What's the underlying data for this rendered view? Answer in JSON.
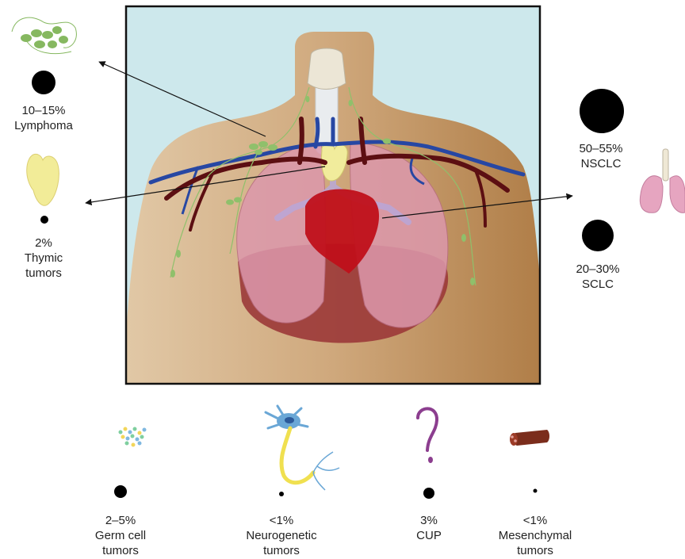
{
  "categories": [
    {
      "key": "lymphoma",
      "percent": "10–15%",
      "name_lines": [
        "Lymphoma"
      ]
    },
    {
      "key": "thymic",
      "percent": "2%",
      "name_lines": [
        "Thymic",
        "tumors"
      ]
    },
    {
      "key": "nsclc",
      "percent": "50–55%",
      "name_lines": [
        "NSCLC"
      ]
    },
    {
      "key": "sclc",
      "percent": "20–30%",
      "name_lines": [
        "SCLC"
      ]
    },
    {
      "key": "germ_cell",
      "percent": "2–5%",
      "name_lines": [
        "Germ cell",
        "tumors"
      ]
    },
    {
      "key": "neurogenetic",
      "percent": "<1%",
      "name_lines": [
        "Neurogenetic",
        "tumors"
      ]
    },
    {
      "key": "cup",
      "percent": "3%",
      "name_lines": [
        "CUP"
      ]
    },
    {
      "key": "mesenchymal",
      "percent": "<1%",
      "name_lines": [
        "Mesenchymal",
        "tumors"
      ]
    }
  ],
  "icons": {
    "lymphoma": "lymph-node-cluster-icon",
    "thymic": "thymus-icon",
    "nsclc": "lungs-icon",
    "germ_cell": "germ-cells-icon",
    "neurogenetic": "neuron-icon",
    "cup": "question-mark-icon",
    "mesenchymal": "mesenchymal-cell-icon"
  },
  "colors": {
    "background_panel": "#cde8ec",
    "skin": "#c79e6e",
    "lung": "#dc98ac",
    "heart": "#c0101a",
    "liver": "#9b3838",
    "vein": "#2747a3",
    "artery": "#5c0f12",
    "lymph": "#8fc06b",
    "thymus": "#f1ec9c",
    "cup_purple": "#8c3e8f"
  }
}
